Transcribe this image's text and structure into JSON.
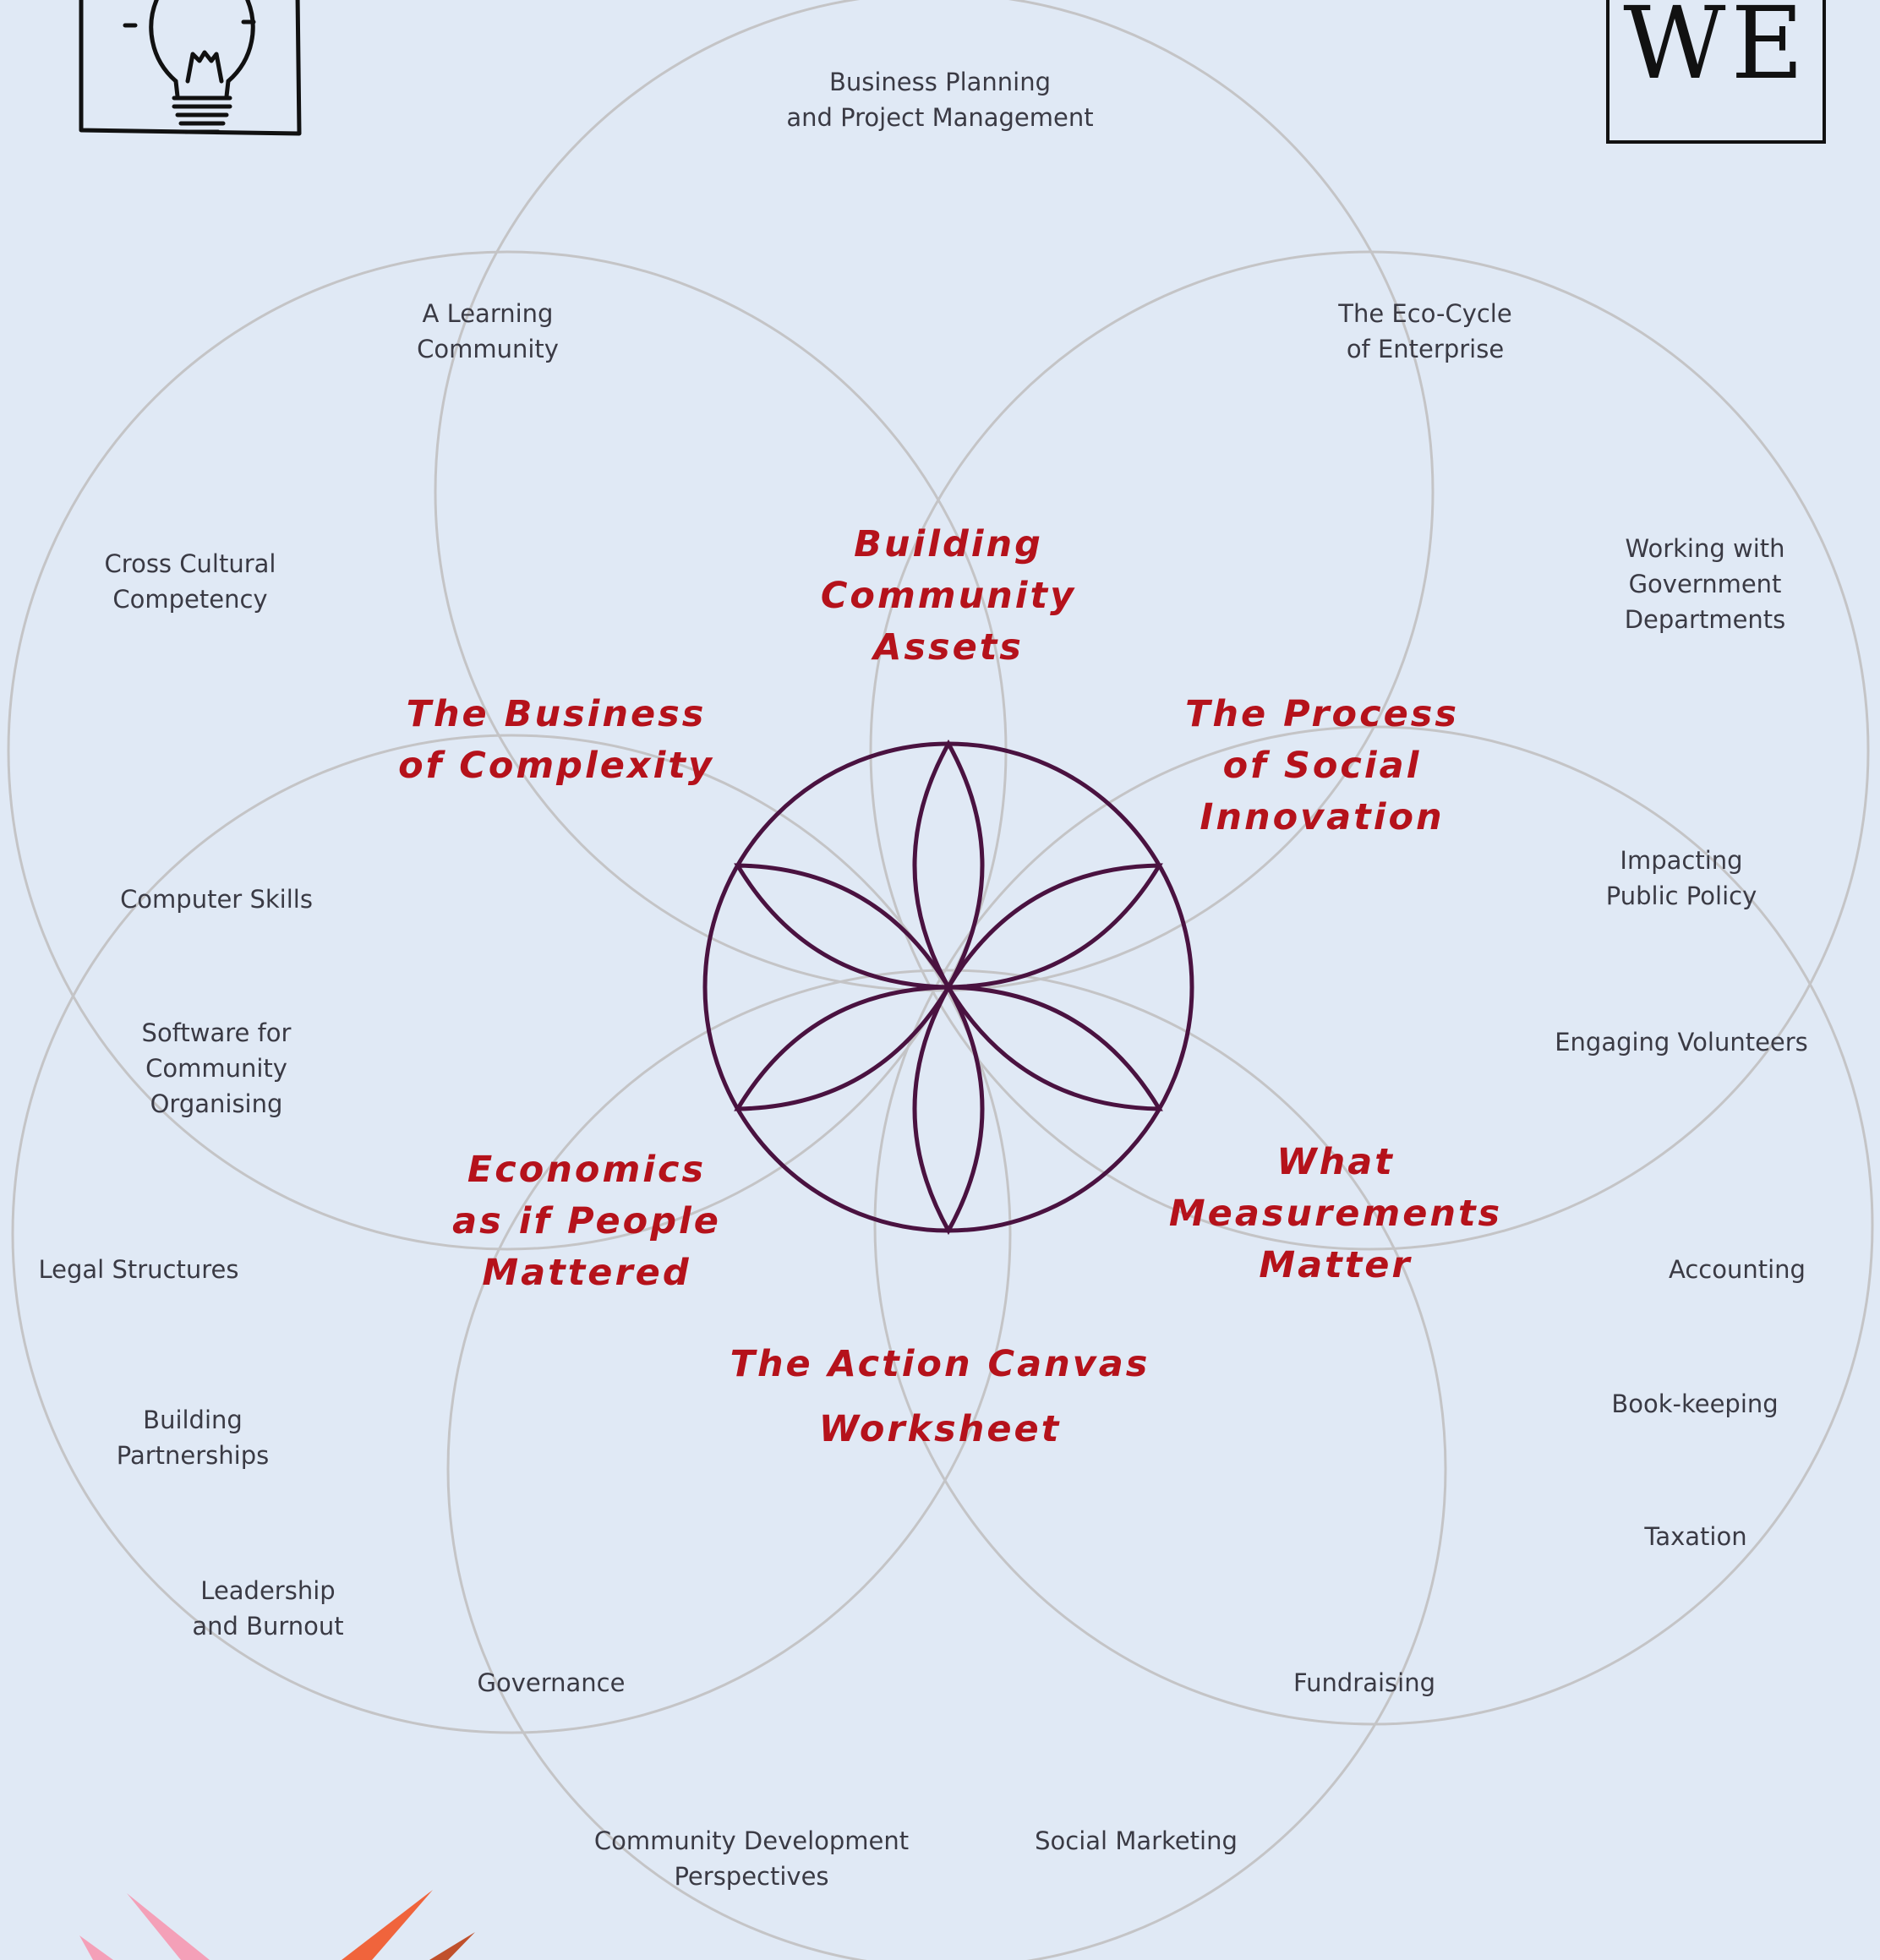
{
  "logos": {
    "left_icon": "lightbulb-icon",
    "right_text": "WE"
  },
  "center_icon": "flower-of-life-icon",
  "themes": {
    "building": "Building\nCommunity\nAssets",
    "complexity": "The Business\nof Complexity",
    "social": "The Process\nof Social\nInnovation",
    "economics": "Economics\nas if People\nMattered",
    "measurements": "What\nMeasurements\nMatter",
    "canvas": "The Action Canvas\nWorksheet"
  },
  "topics": {
    "business_planning": "Business Planning\nand Project Management",
    "learning_community": "A Learning\nCommunity",
    "eco_cycle": "The Eco-Cycle\nof Enterprise",
    "cross_cultural": "Cross Cultural\nCompetency",
    "government": "Working with\nGovernment\nDepartments",
    "computer_skills": "Computer Skills",
    "software": "Software for\nCommunity\nOrganising",
    "public_policy": "Impacting\nPublic Policy",
    "volunteers": "Engaging Volunteers",
    "legal": "Legal Structures",
    "accounting": "Accounting",
    "partnerships": "Building\nPartnerships",
    "bookkeeping": "Book-keeping",
    "taxation": "Taxation",
    "leadership": "Leadership\nand Burnout",
    "governance": "Governance",
    "fundraising": "Fundraising",
    "community_dev": "Community Development\nPerspectives",
    "social_marketing": "Social Marketing"
  },
  "colors": {
    "background": "#e0e9f5",
    "circle_stroke": "#c4c4c6",
    "theme_text": "#b5121b",
    "flower_stroke": "#4a1240",
    "topic_text": "#3a3a44",
    "corner_pink": "#f4a0b8",
    "corner_orange": "#f0643c",
    "corner_brown": "#c0502c"
  }
}
